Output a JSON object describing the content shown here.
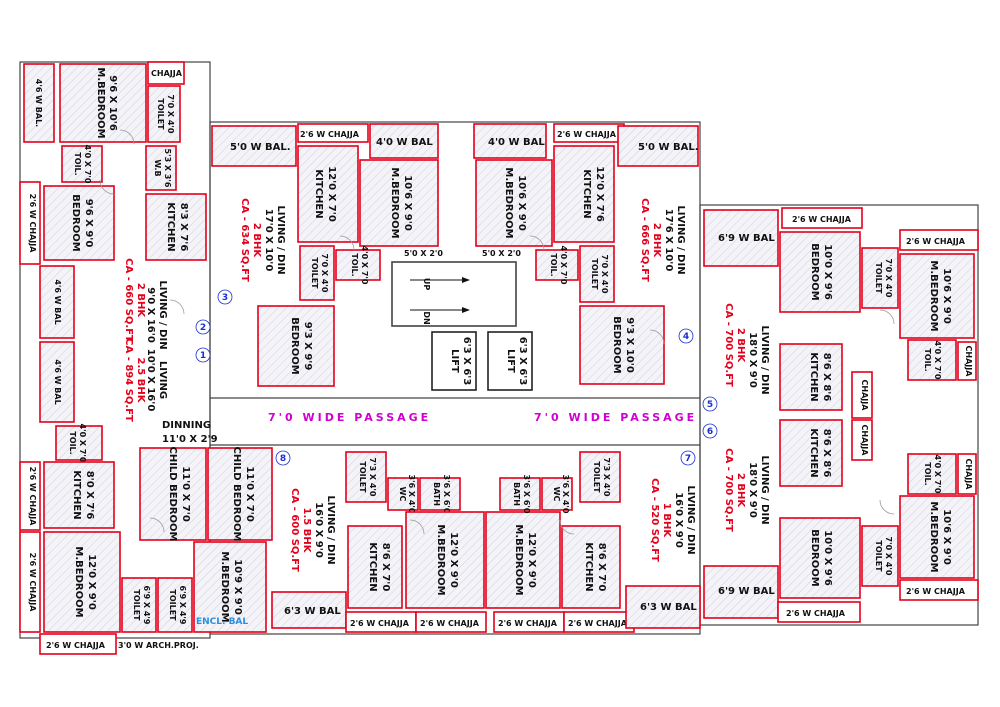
{
  "plan": {
    "passage_left": "7'0 WIDE PASSAGE",
    "passage_right": "7'0 WIDE PASSAGE",
    "stair_up": "UP",
    "stair_dn": "DN",
    "lift_label": "LIFT",
    "lift_size": "6'3 X 6'3",
    "arch_note": "3'0 W ARCH.PROJ.",
    "encl_bal": "ENCL. BAL"
  },
  "flats": {
    "f1": {
      "num": "1",
      "ca": "CA - 894 SQ.FT",
      "type": "2.5 BHK",
      "living": "LIVING",
      "living_size": "10'0 X 16'0"
    },
    "f2": {
      "num": "2",
      "ca": "CA - 660 SQ.FT",
      "type": "2 BHK",
      "living": "LIVING / DIN",
      "living_size": "9'0 X 16'0"
    },
    "f3": {
      "num": "3",
      "ca": "CA - 634 SQ.FT",
      "type": "2 BHK",
      "living": "LIVING / DIN",
      "living_size": "17'0 X 10'0"
    },
    "f4": {
      "num": "4",
      "ca": "CA - 666 SQ.FT",
      "type": "2 BHK",
      "living": "LIVING / DIN",
      "living_size": "17'6 X 10'0"
    },
    "f5": {
      "num": "5",
      "ca": "CA - 700 SQ.FT",
      "type": "2 BHK",
      "living": "LIVING / DIN",
      "living_size": "18'0 X 9'0"
    },
    "f6": {
      "num": "6",
      "ca": "CA - 700 SQ.FT",
      "type": "2 BHK",
      "living": "LIVING / DIN",
      "living_size": "18'0 X 9'0"
    },
    "f7": {
      "num": "7",
      "ca": "CA - 520 SQ.FT",
      "type": "1 BHK",
      "living": "LIVING / DIN",
      "living_size": "16'0 X 9'0"
    },
    "f8": {
      "num": "8",
      "ca": "CA - 600 SQ.FT",
      "type": "1.5 BHK",
      "living": "LIVING / DIN",
      "living_size": "16'0 X 9'0"
    }
  },
  "labels": {
    "mbed": "M.BEDROOM",
    "bed": "BEDROOM",
    "child": "CHILD BEDROOM",
    "kitchen": "KITCHEN",
    "toilet": "TOILET",
    "toil": "TOIL.",
    "bath": "BATH",
    "wc": "WC",
    "wb": "W.B",
    "chajja": "CHAJJA",
    "dinning": "DINNING",
    "c26": "2'6 W CHAJJA",
    "bal4": "4'6 W BAL",
    "bal5": "5'0 W BAL.",
    "bal40": "4'0 W BAL",
    "bal69": "6'9 W BAL",
    "bal63": "6'3 W BAL",
    "bal46": "4'6 W BAL.",
    "duct": "5'0 X 2'0"
  },
  "sizes": {
    "s96x106": "9'6 X 10'6",
    "s70x40": "7'0 X 4'0",
    "s40x70": "4'0 X 7'0",
    "s53x36": "5'3 X 3'6",
    "s96x90": "9'6 X 9'0",
    "s83x76": "8'3 X 7'6",
    "s110x29": "11'0 X 2'9",
    "s110x70": "11'0 X 7'0",
    "s80x76": "8'0 X 7'6",
    "s120x90": "12'0 X 9'0",
    "s69x49": "6'9 X 4'9",
    "s109x90": "10'9 X 9'0",
    "s120x70": "12'0 X 7'0",
    "s106x90": "10'6 X 9'0",
    "s120x76": "12'0 X 7'6",
    "s93x99": "9'3 X 9'9",
    "s93x100": "9'3 X 10'0",
    "s100x96": "10'0 X 9'6",
    "s86x86": "8'6 X 8'6",
    "s73x40": "7'3 X 4'0",
    "s36x40": "3'6 X 4'0",
    "s36x60": "3'6 X 6'0",
    "s86x70": "8'6 X 7'0"
  }
}
